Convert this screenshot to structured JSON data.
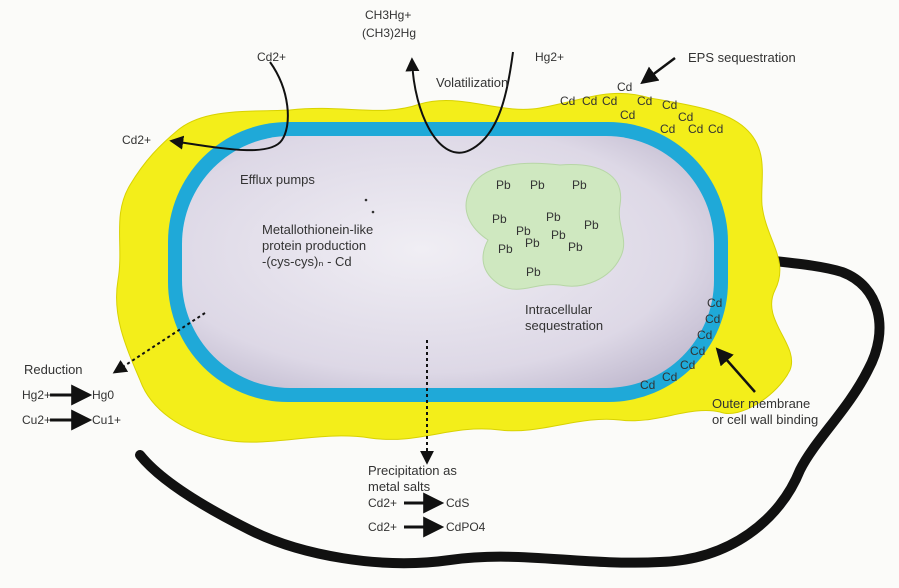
{
  "labels": {
    "methyl_mercury": "CH3Hg+",
    "dimethyl_mercury": "(CH3)2Hg",
    "cd_in": "Cd2+",
    "cd_out": "Cd2+",
    "hg_in": "Hg2+",
    "volatilization": "Volatilization",
    "eps_sequestration": "EPS sequestration",
    "efflux_pumps": "Efflux pumps",
    "metallothionein_1": "Metallothionein-like",
    "metallothionein_2": "protein production",
    "metallothionein_3": "-(cys-cys)ₙ - Cd",
    "intracellular_1": "Intracellular",
    "intracellular_2": "sequestration",
    "reduction": "Reduction",
    "precipitation_1": "Precipitation as",
    "precipitation_2": "metal salts",
    "outer_membrane_1": "Outer membrane",
    "outer_membrane_2": "or cell wall binding"
  },
  "reduction_reactions": [
    {
      "from": "Hg2+",
      "to": "Hg0"
    },
    {
      "from": "Cu2+",
      "to": "Cu1+"
    }
  ],
  "precipitation_reactions": [
    {
      "from": "Cd2+",
      "to": "CdS"
    },
    {
      "from": "Cd2+",
      "to": "CdPO4"
    }
  ],
  "eps_ions": [
    "Cd",
    "Cd",
    "Cd",
    "Cd",
    "Cd",
    "Cd",
    "Cd",
    "Cd",
    "Cd",
    "Cd",
    "Cd"
  ],
  "pb_ions": [
    "Pb",
    "Pb",
    "Pb",
    "Pb",
    "Pb",
    "Pb",
    "Pb",
    "Pb",
    "Pb",
    "Pb",
    "Pb",
    "Pb"
  ],
  "wall_ions": [
    "Cd",
    "Cd",
    "Cd",
    "Cd",
    "Cd",
    "Cd",
    "Cd"
  ],
  "colors": {
    "eps_layer": "#f3ee1a",
    "cell_wall": "#1fa9d8",
    "cytoplasm": "#e4e0ec",
    "pb_cluster": "#cfe8c0",
    "flagellum": "#111111"
  }
}
